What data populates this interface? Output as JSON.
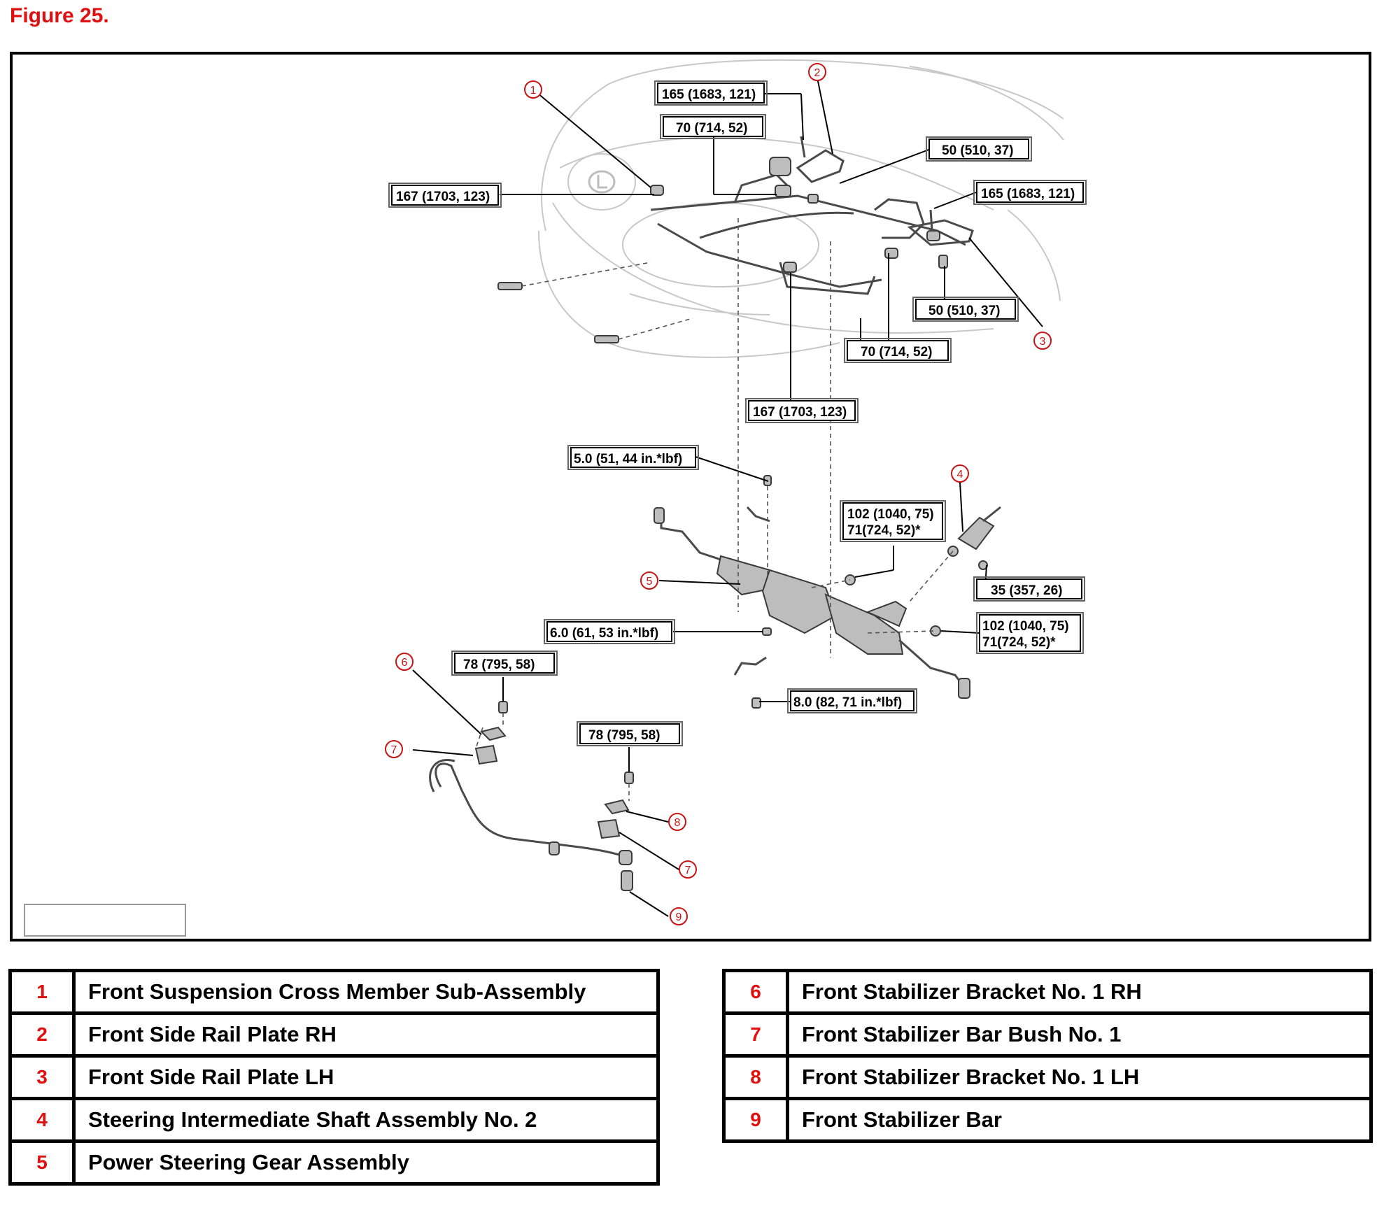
{
  "figure_title": "Figure 25.",
  "torque_labels": {
    "t1": "165 (1683, 121)",
    "t2": "70 (714, 52)",
    "t3": "50 (510, 37)",
    "t4": "167 (1703, 123)",
    "t5": "165 (1683, 121)",
    "t6": "50 (510, 37)",
    "t7": "70 (714, 52)",
    "t8": "167 (1703, 123)",
    "t9": "5.0 (51, 44 in.*lbf)",
    "t10a": "102 (1040, 75)",
    "t10b": "71(724, 52)*",
    "t11": "35 (357, 26)",
    "t12": "6.0 (61, 53 in.*lbf)",
    "t13a": "102 (1040, 75)",
    "t13b": "71(724, 52)*",
    "t14": "78 (795, 58)",
    "t15": "8.0 (82, 71 in.*lbf)",
    "t16": "78 (795, 58)"
  },
  "callouts": {
    "c1": "1",
    "c2": "2",
    "c3": "3",
    "c4": "4",
    "c5": "5",
    "c6": "6",
    "c7a": "7",
    "c7b": "7",
    "c8": "8",
    "c9": "9"
  },
  "legend_left": [
    {
      "num": "1",
      "label": "Front Suspension Cross Member Sub-Assembly"
    },
    {
      "num": "2",
      "label": "Front Side Rail Plate RH"
    },
    {
      "num": "3",
      "label": "Front Side Rail Plate LH"
    },
    {
      "num": "4",
      "label": "Steering Intermediate Shaft Assembly No. 2"
    },
    {
      "num": "5",
      "label": "Power Steering Gear Assembly"
    }
  ],
  "legend_right": [
    {
      "num": "6",
      "label": "Front Stabilizer Bracket No. 1 RH"
    },
    {
      "num": "7",
      "label": "Front Stabilizer Bar Bush No. 1"
    },
    {
      "num": "8",
      "label": "Front Stabilizer Bracket No. 1 LH"
    },
    {
      "num": "9",
      "label": "Front Stabilizer Bar"
    }
  ],
  "colors": {
    "accent_red": "#e01010",
    "callout_red": "#c81414"
  },
  "icon_names": [
    "lexus-emblem-icon"
  ]
}
